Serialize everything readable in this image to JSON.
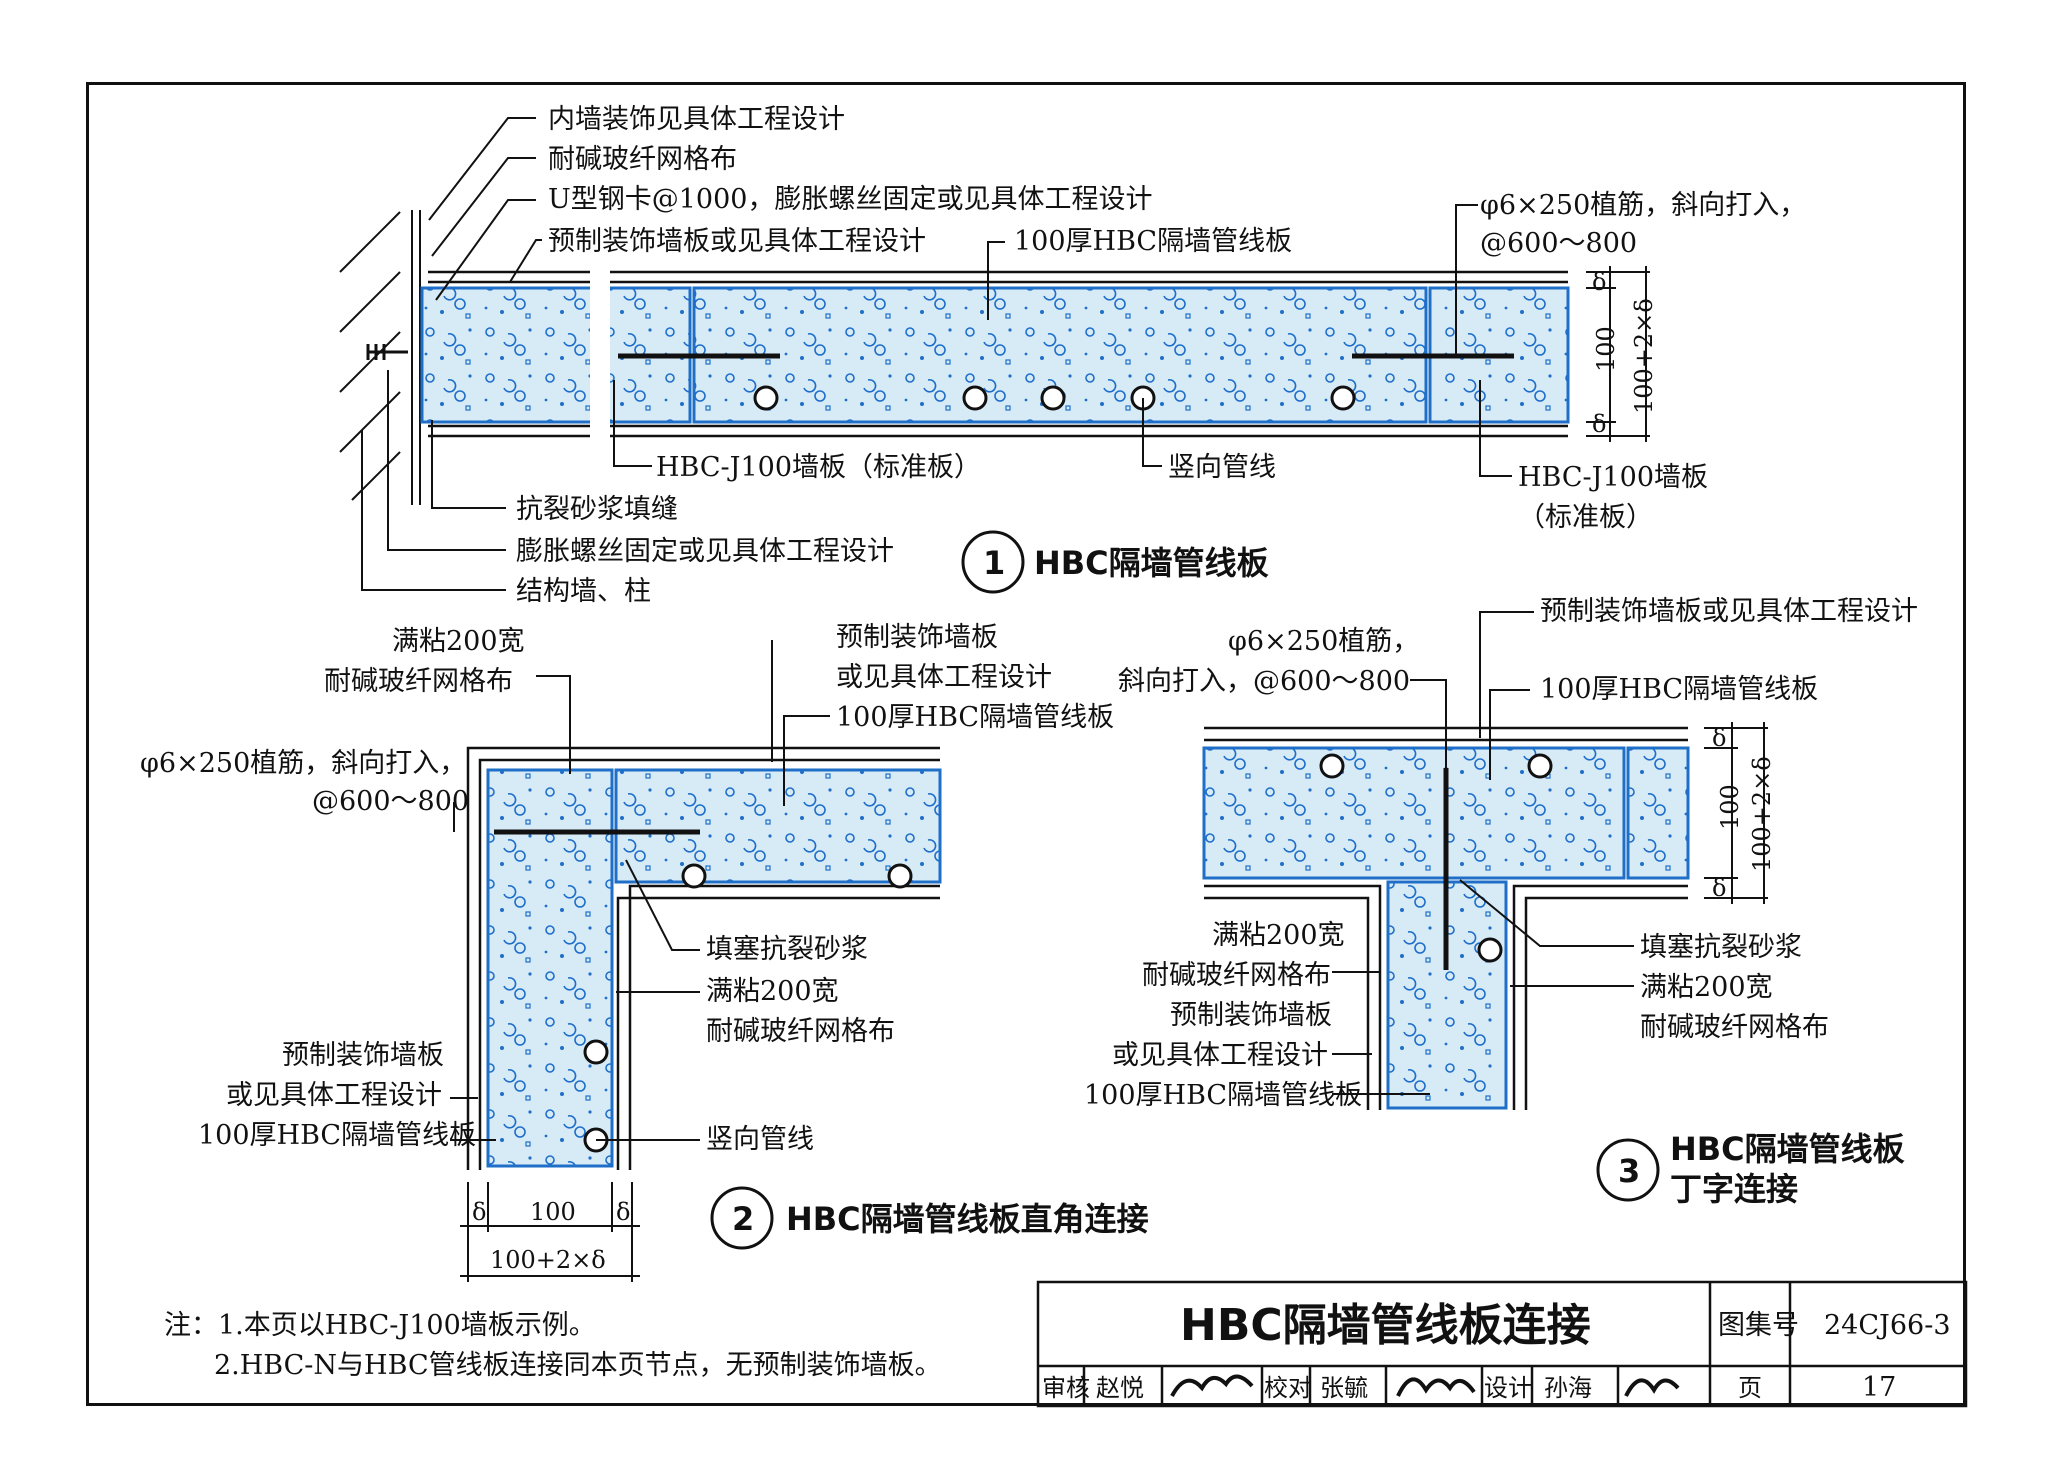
{
  "detail1": {
    "title_num": "1",
    "title": "HBC隔墙管线板",
    "labels": {
      "inner_finish": "内墙装饰见具体工程设计",
      "mesh": "耐碱玻纤网格布",
      "u_clip": "U型钢卡@1000，膨胀螺丝固定或见具体工程设计",
      "precast_panel": "预制装饰墙板或见具体工程设计",
      "hbc_board": "100厚HBC隔墙管线板",
      "rebar_1": "φ6×250植筋，斜向打入，",
      "rebar_2": "@600～800",
      "std_board_left": "HBC-J100墙板（标准板）",
      "vertical_pipe": "竖向管线",
      "std_board_right_1": "HBC-J100墙板",
      "std_board_right_2": "（标准板）",
      "crack_mortar": "抗裂砂浆填缝",
      "anchor": "膨胀螺丝固定或见具体工程设计",
      "struct_wall": "结构墙、柱",
      "dim_delta": "δ",
      "dim_100": "100",
      "dim_total": "100+2×δ"
    }
  },
  "detail2": {
    "title_num": "2",
    "title": "HBC隔墙管线板直角连接",
    "labels": {
      "mesh_top_1": "满粘200宽",
      "mesh_top_2": "耐碱玻纤网格布",
      "precast_1": "预制装饰墙板",
      "precast_2": "或见具体工程设计",
      "hbc_board": "100厚HBC隔墙管线板",
      "rebar_1": "φ6×250植筋，斜向打入，",
      "rebar_2": "@600～800",
      "fill_mortar": "填塞抗裂砂浆",
      "mesh_in_1": "满粘200宽",
      "mesh_in_2": "耐碱玻纤网格布",
      "precast_left_1": "预制装饰墙板",
      "precast_left_2": "或见具体工程设计",
      "hbc_left": "100厚HBC隔墙管线板",
      "vertical_pipe": "竖向管线",
      "dim_delta": "δ",
      "dim_100": "100",
      "dim_total": "100+2×δ"
    }
  },
  "detail3": {
    "title_num": "3",
    "title_1": "HBC隔墙管线板",
    "title_2": "丁字连接",
    "labels": {
      "precast_top": "预制装饰墙板或见具体工程设计",
      "rebar_1": "φ6×250植筋，",
      "rebar_2": "斜向打入，@600～800",
      "hbc_top": "100厚HBC隔墙管线板",
      "fill_mortar": "填塞抗裂砂浆",
      "mesh_r_1": "满粘200宽",
      "mesh_r_2": "耐碱玻纤网格布",
      "mesh_l_1": "满粘200宽",
      "mesh_l_2": "耐碱玻纤网格布",
      "precast_l_1": "预制装饰墙板",
      "precast_l_2": "或见具体工程设计",
      "hbc_l": "100厚HBC隔墙管线板",
      "dim_delta": "δ",
      "dim_100": "100",
      "dim_total": "100+2×δ"
    }
  },
  "notes": {
    "n1": "注：1.本页以HBC-J100墙板示例。",
    "n2": "2.HBC-N与HBC管线板连接同本页节点，无预制装饰墙板。"
  },
  "title_block": {
    "title": "HBC隔墙管线板连接",
    "atlas_label": "图集号",
    "atlas_no": "24CJ66-3",
    "review_label": "审核",
    "reviewer": "赵悦",
    "check_label": "校对",
    "checker": "张毓",
    "design_label": "设计",
    "designer": "孙海",
    "page_label": "页",
    "page_no": "17"
  },
  "colors": {
    "board_fill": "#d7ebf7",
    "board_edge": "#1f6fc9",
    "line": "#111111"
  }
}
